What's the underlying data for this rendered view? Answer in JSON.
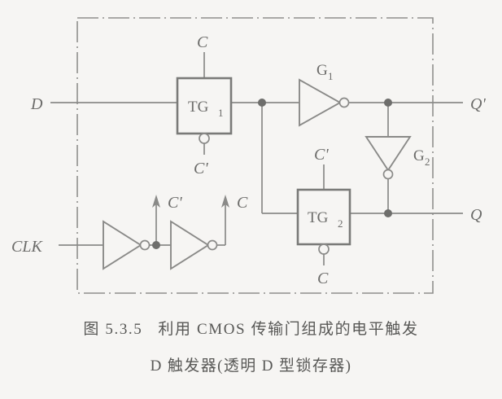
{
  "figure": {
    "caption_line_1": "图 5.3.5   利用 CMOS 传输门组成的电平触发",
    "caption_line_2": "D 触发器(透明 D 型锁存器)",
    "colors": {
      "background": "#f6f5f3",
      "line": "#8a8a88",
      "box_line": "#7a7a78",
      "text": "#6c6c6a",
      "dot_fill": "#6e6e6c",
      "bubble_fill": "#f6f5f3"
    }
  },
  "signals": {
    "data_input": "D",
    "clock_input": "CLK",
    "output_q_bar": "Q'",
    "output_q": "Q",
    "clock_true": "C",
    "clock_bar": "C'"
  },
  "components": [
    {
      "id": "tg1",
      "type": "transmission-gate",
      "label": "TG",
      "subscript": "1",
      "top_control": "C",
      "bottom_control": "C'",
      "bottom_control_inverted": true
    },
    {
      "id": "tg2",
      "type": "transmission-gate",
      "label": "TG",
      "subscript": "2",
      "top_control": "C'",
      "bottom_control": "C",
      "bottom_control_inverted": true
    },
    {
      "id": "g1",
      "type": "inverter",
      "label": "G",
      "subscript": "1",
      "orientation": "right"
    },
    {
      "id": "g2",
      "type": "inverter",
      "label": "G",
      "subscript": "2",
      "orientation": "down"
    },
    {
      "id": "inv-clk-1",
      "type": "inverter",
      "label": "",
      "subscript": "",
      "orientation": "right"
    },
    {
      "id": "inv-clk-2",
      "type": "inverter",
      "label": "",
      "subscript": "",
      "orientation": "right"
    }
  ],
  "boundary": {
    "style": "dash-dot",
    "label": ""
  }
}
